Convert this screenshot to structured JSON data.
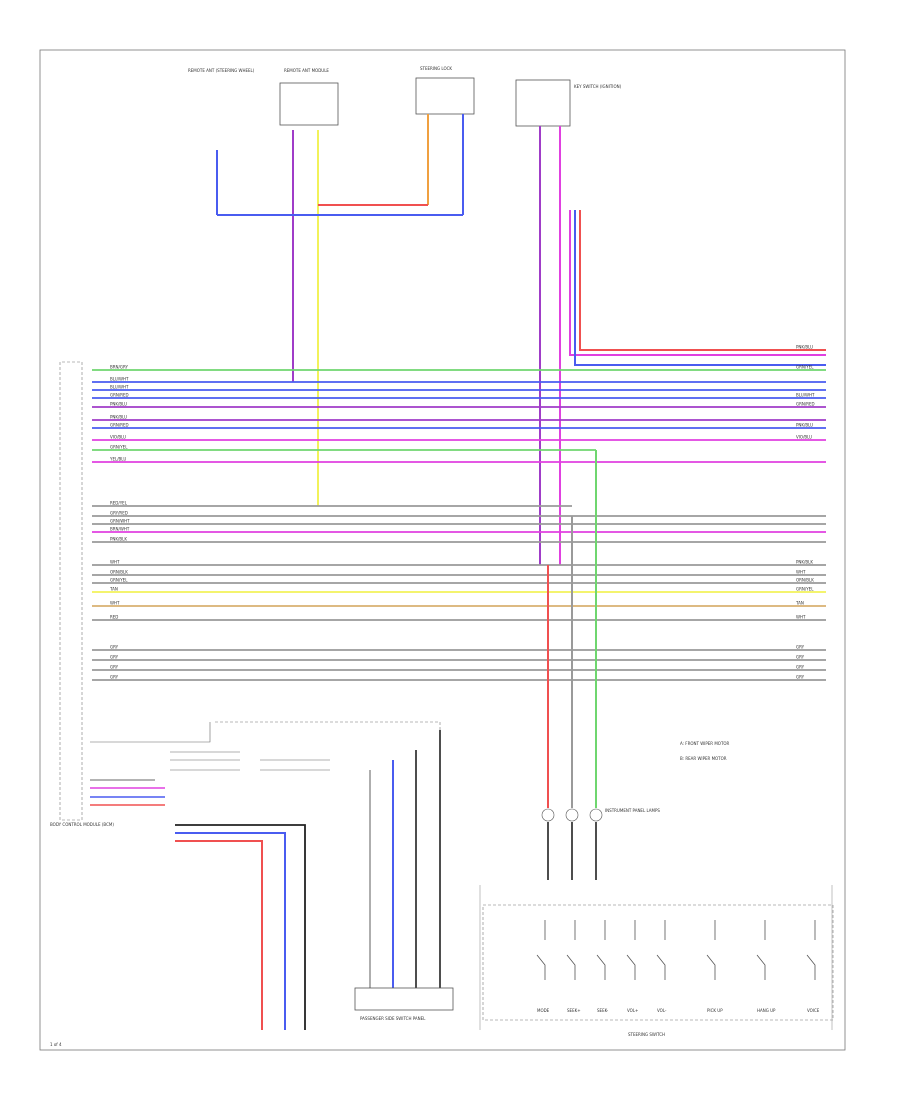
{
  "diagram": {
    "page_number": "1 of 4",
    "colors": {
      "green": "#6fd66f",
      "blue": "#4a5cf0",
      "purple": "#a03cc8",
      "pink": "#e040e0",
      "red": "#f05050",
      "orange": "#f0a040",
      "yellow": "#f2f25a",
      "gray": "#9a9a9a",
      "black": "#222222",
      "lightblue": "#6aa8f0",
      "tan": "#d8b070"
    },
    "top_components": [
      {
        "id": "ext-ant",
        "label": "REMOTE ANT (STEERING WHEEL)"
      },
      {
        "id": "remote-ant",
        "label": "REMOTE ANT MODULE"
      },
      {
        "id": "wheel-lock",
        "label": "STEERING LOCK"
      },
      {
        "id": "key-sw",
        "label": "KEY SWITCH (IGNITION)"
      }
    ],
    "bus_labels": [
      "BRN/GRY",
      "BLU/WHT",
      "BLU/WHT",
      "GRN/RED",
      "PNK/BLU",
      "PNK/BLU",
      "GRN/RED",
      "VIO/BLU",
      "GRN/YEL",
      "YEL/BLU",
      "RED/YEL",
      "GRY/RED",
      "GRN/WHT",
      "BRN/WHT",
      "PNK/BLK",
      "WHT",
      "ORN/BLK",
      "GRN/YEL",
      "TAN",
      "WHT",
      "RED",
      "GRY",
      "GRY",
      "GRY",
      "GRY"
    ],
    "right_labels": [
      "PNK/BLU",
      "GRN/YEL",
      "BLU/WHT",
      "GRN/RED",
      "PNK/BLU",
      "VIO/BLU",
      "PNK/BLK",
      "WHT",
      "ORN/BLK",
      "GRN/YEL",
      "TAN",
      "WHT",
      "GRY",
      "GRY",
      "GRY",
      "GRY"
    ],
    "notes": [
      "A: FRONT WIPER MOTOR",
      "B: REAR WIPER MOTOR"
    ],
    "module_label": "BODY CONTROL MODULE (BCM)",
    "bottom_components": [
      {
        "id": "lower-left-module",
        "label": "PASSENGER SIDE SWITCH PANEL"
      },
      {
        "id": "steering-switch",
        "label": "STEERING SWITCH"
      },
      {
        "id": "bulb-set",
        "label": "INSTRUMENT PANEL LAMPS"
      }
    ],
    "switch_labels": [
      "MODE",
      "SEEK+",
      "SEEK-",
      "VOL+",
      "VOL-",
      "PICK UP",
      "HANG UP",
      "VOICE"
    ]
  }
}
